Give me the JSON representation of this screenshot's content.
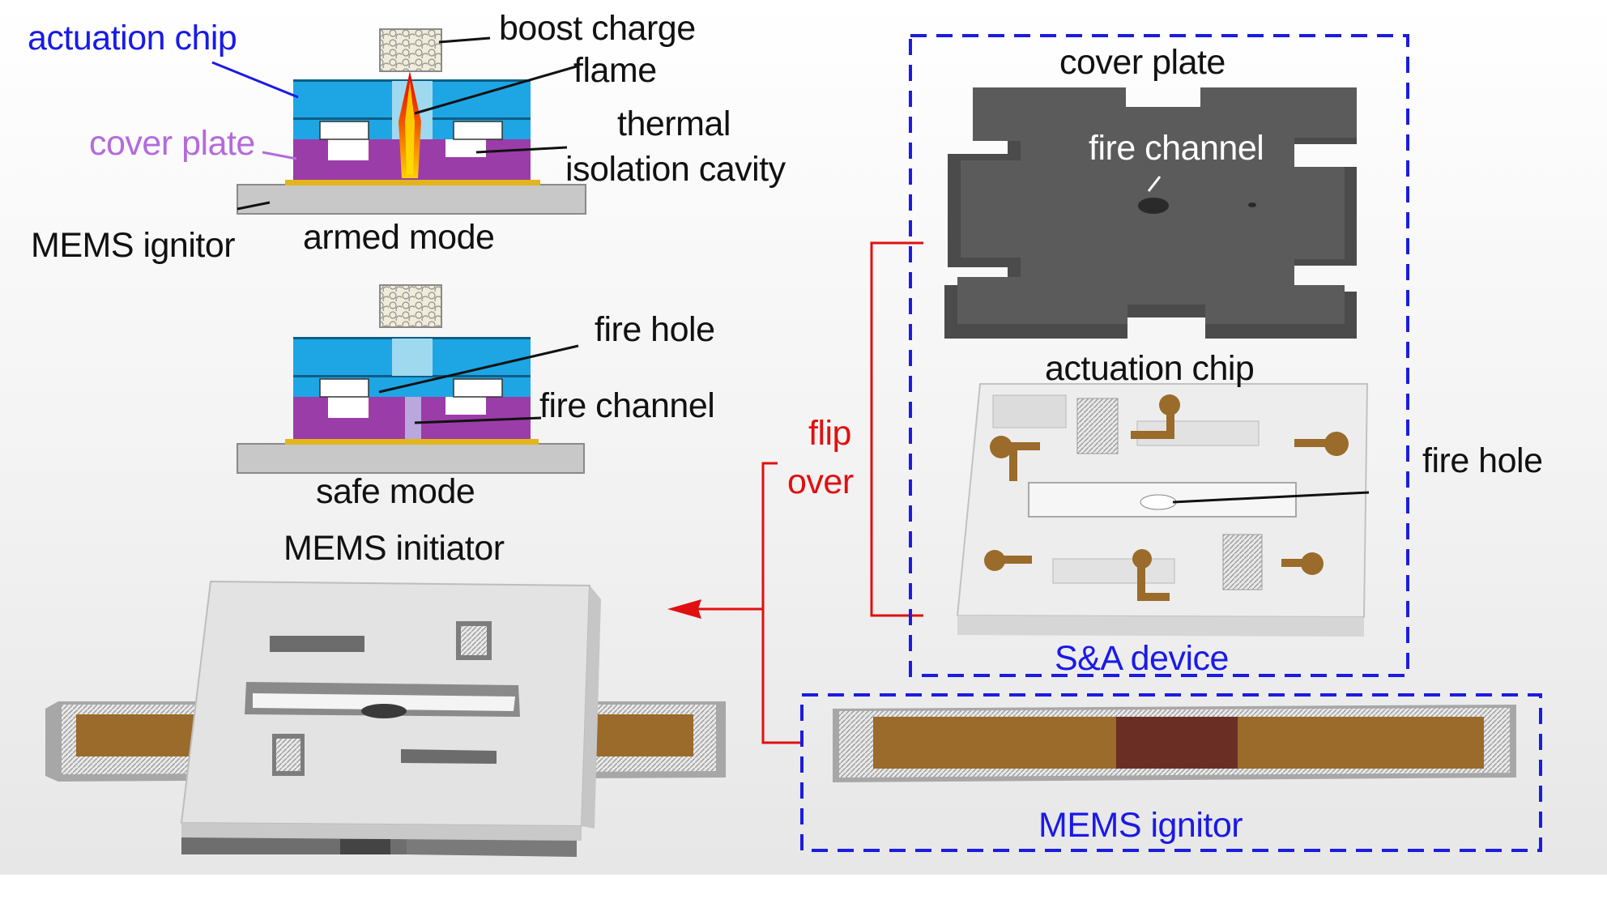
{
  "colors": {
    "blue_label": "#1a1ae6",
    "purple_label": "#b36bdc",
    "red_label": "#e01010",
    "box_blue": "#1c1ce0",
    "chip_blue": "#1ea6e4",
    "cover_purple": "#9b3da8",
    "gold": "#9a6b2a",
    "cover_plate_gray": "#5b5b5b"
  },
  "section_view": {
    "armed_mode": {
      "actuation_chip": "actuation chip",
      "cover_plate": "cover plate",
      "boost_charge": "boost charge",
      "flame": "flame",
      "thermal": "thermal",
      "isolation_cavity": "isolation cavity",
      "mems_ignitor": "MEMS ignitor",
      "caption": "armed mode"
    },
    "safe_mode": {
      "fire_hole": "fire hole",
      "fire_channel": "fire channel",
      "caption": "safe mode"
    }
  },
  "assembly": {
    "title": "MEMS initiator",
    "flip": "flip",
    "over": "over"
  },
  "exploded": {
    "cover_plate": "cover plate",
    "fire_channel": "fire channel",
    "actuation_chip": "actuation chip",
    "fire_hole": "fire hole",
    "sa_device": "S&A device",
    "mems_ignitor": "MEMS ignitor"
  }
}
